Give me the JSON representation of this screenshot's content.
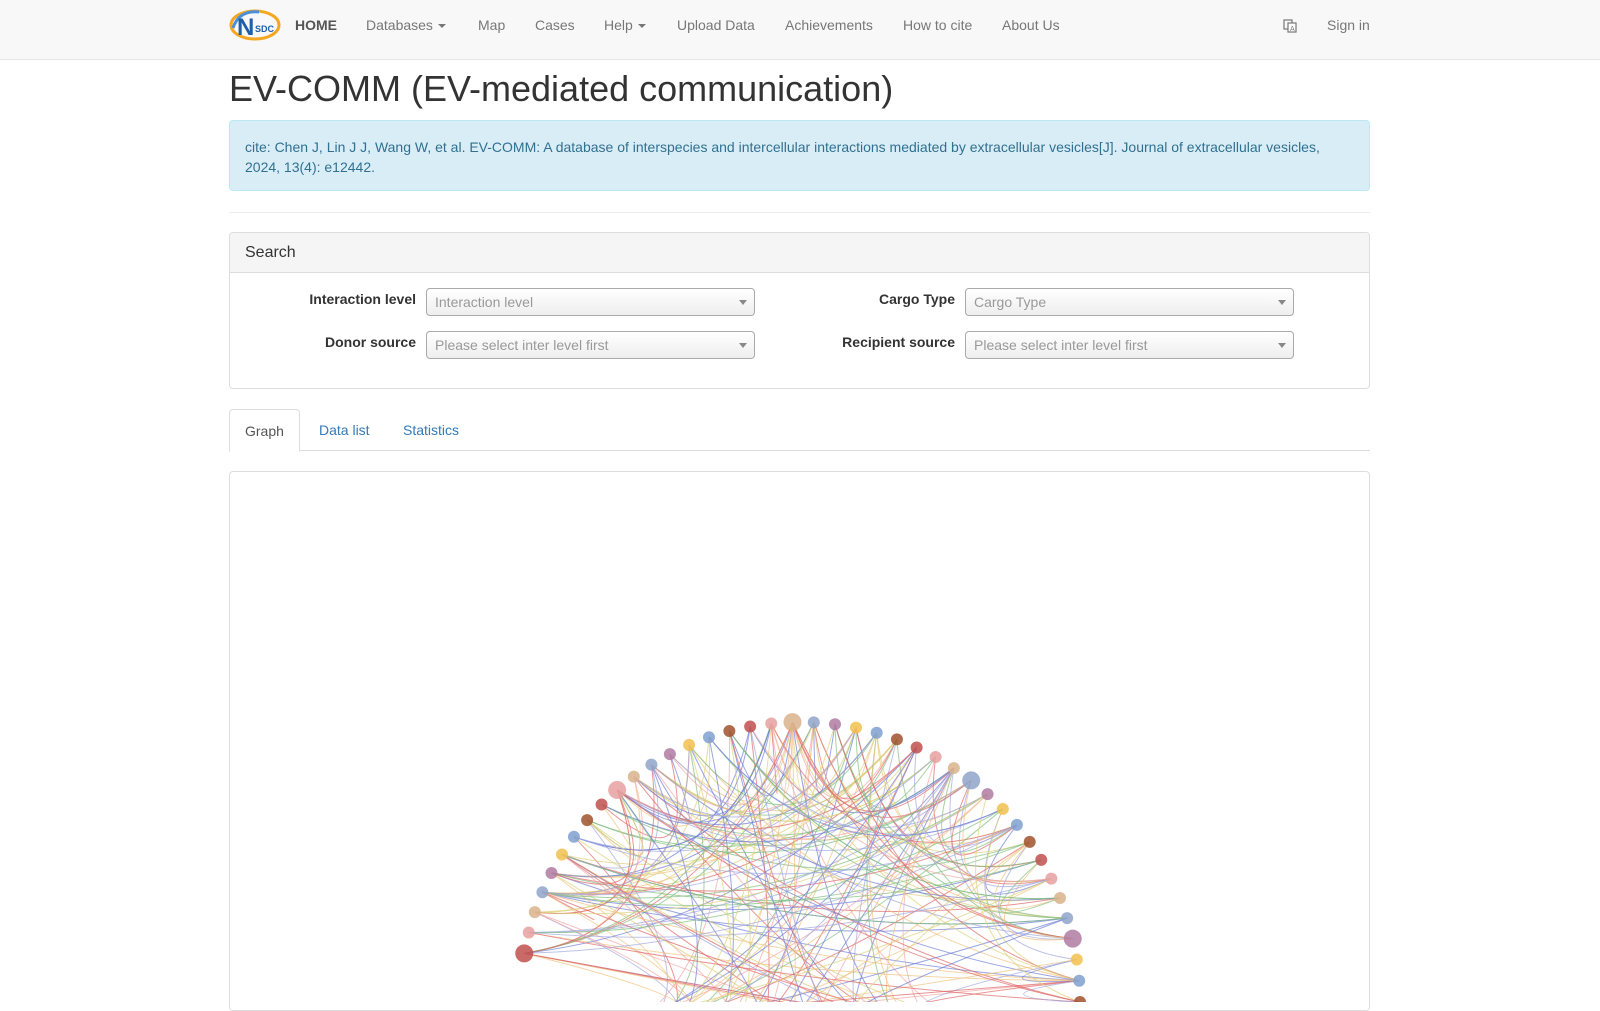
{
  "nav": {
    "home": "HOME",
    "databases": "Databases",
    "map": "Map",
    "cases": "Cases",
    "help": "Help",
    "upload": "Upload Data",
    "achievements": "Achievements",
    "how_to_cite": "How to cite",
    "about": "About Us",
    "translate_icon": "translate-icon",
    "sign_in": "Sign in",
    "logo_text_main": "N",
    "logo_text_sub": "SDC"
  },
  "page": {
    "title": "EV-COMM (EV-mediated communication)",
    "cite": "cite: Chen J, Lin J J, Wang W, et al. EV-COMM: A database of interspecies and intercellular interactions mediated by extracellular vesicles[J]. Journal of extracellular vesicles, 2024, 13(4): e12442."
  },
  "search": {
    "heading": "Search",
    "interaction_label": "Interaction level",
    "interaction_placeholder": "Interaction level",
    "cargo_label": "Cargo Type",
    "cargo_placeholder": "Cargo Type",
    "donor_label": "Donor source",
    "donor_placeholder": "Please select inter level first",
    "recipient_label": "Recipient source",
    "recipient_placeholder": "Please select inter level first"
  },
  "tabs": [
    "Graph",
    "Data list",
    "Statistics"
  ],
  "graph": {
    "type": "chord-network",
    "edge_colors": [
      "#e06666",
      "#6f7fd6",
      "#f1c27d",
      "#f4a6a6",
      "#9fa8e0",
      "#7fbf7f",
      "#ddd27a"
    ]
  }
}
